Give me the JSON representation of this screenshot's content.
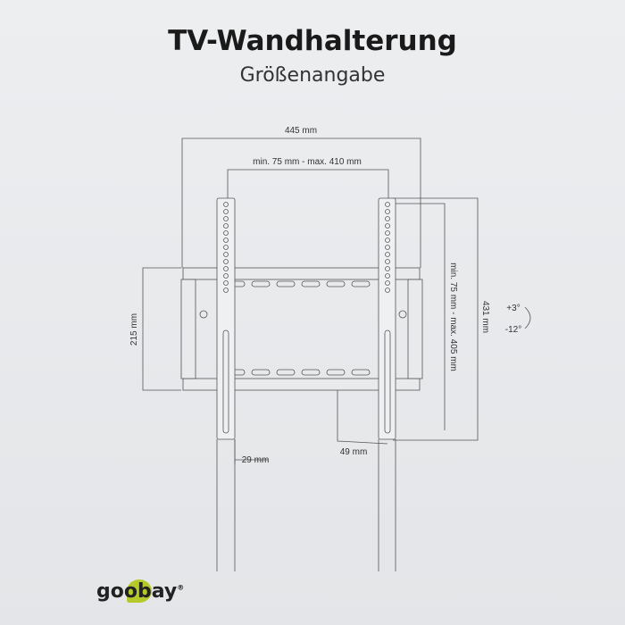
{
  "header": {
    "title": "TV-Wandhalterung",
    "subtitle": "Größenangabe"
  },
  "dimensions": {
    "overall_width": "445 mm",
    "vesa_horizontal": "min. 75 mm - max. 410 mm",
    "vesa_vertical": "min. 75 mm - max. 405 mm",
    "overall_height": "431 mm",
    "plate_height": "215 mm",
    "wall_distance_min": "29 mm",
    "wall_distance_max": "49 mm"
  },
  "tilt": {
    "up": "+3°",
    "down": "-12°"
  },
  "brand": {
    "name": "goobay",
    "registered": "®",
    "accent": "#b5c92b"
  }
}
